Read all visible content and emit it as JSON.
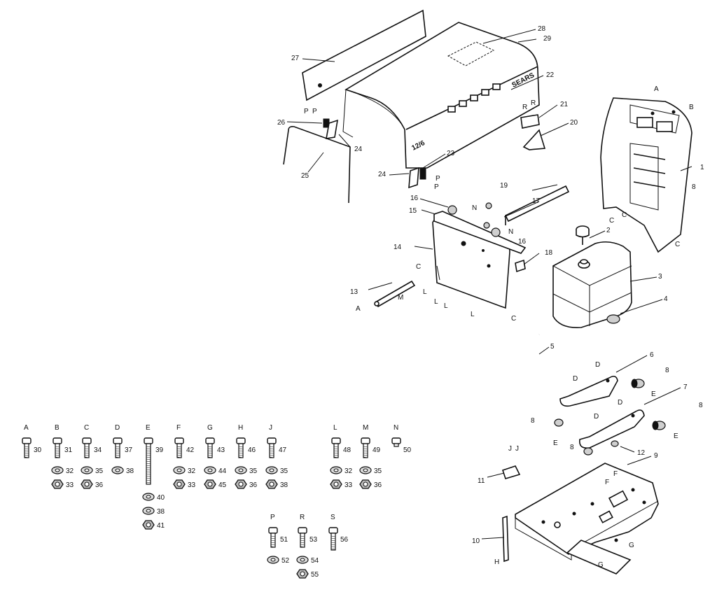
{
  "callouts": {
    "p1": "1",
    "p2": "2",
    "p3": "3",
    "p4": "4",
    "p5": "5",
    "p6": "6",
    "p7": "7",
    "p8a": "8",
    "p8b": "8",
    "p8c": "8",
    "p8d": "8",
    "p8e": "8",
    "p9": "9",
    "p10": "10",
    "p11": "11",
    "p12": "12",
    "p13": "13",
    "p14": "14",
    "p15": "15",
    "p16a": "16",
    "p16b": "16",
    "p17": "17",
    "p18": "18",
    "p19": "19",
    "p20": "20",
    "p21": "21",
    "p22": "22",
    "p23": "23",
    "p24a": "24",
    "p24b": "24",
    "p25": "25",
    "p26": "26",
    "p27": "27",
    "p28": "28",
    "p29": "29"
  },
  "hood_text": {
    "brand": "SEARS",
    "model": "12/6"
  },
  "letters": {
    "A_seat": "A",
    "B_seat": "B",
    "C_seat1": "C",
    "C_seat2": "C",
    "C_seat3": "C",
    "R1": "R",
    "R2": "R",
    "P1": "P",
    "P2": "P",
    "P3": "P",
    "P4": "P",
    "N1": "N",
    "N2": "N",
    "C_panel": "C",
    "C_panel2": "C",
    "A_bar": "A",
    "M_bar": "M",
    "L1": "L",
    "L2": "L",
    "L3": "L",
    "L4": "L",
    "D1": "D",
    "D2": "D",
    "D3": "D",
    "D4": "D",
    "E1": "E",
    "E2": "E",
    "E3": "E",
    "J1": "J",
    "J2": "J",
    "F1": "F",
    "F2": "F",
    "G1": "G",
    "G2": "G",
    "H_bar": "H"
  },
  "hardware": [
    {
      "letter": "A",
      "parts": [
        "30"
      ]
    },
    {
      "letter": "B",
      "parts": [
        "31",
        "32",
        "33"
      ]
    },
    {
      "letter": "C",
      "parts": [
        "34",
        "35",
        "36"
      ]
    },
    {
      "letter": "D",
      "parts": [
        "37",
        "38"
      ]
    },
    {
      "letter": "E",
      "parts": [
        "39",
        "40",
        "38",
        "41"
      ]
    },
    {
      "letter": "F",
      "parts": [
        "42",
        "32",
        "33"
      ]
    },
    {
      "letter": "G",
      "parts": [
        "43",
        "44",
        "45"
      ]
    },
    {
      "letter": "H",
      "parts": [
        "46",
        "35",
        "36"
      ]
    },
    {
      "letter": "J",
      "parts": [
        "47",
        "35",
        "38"
      ]
    },
    {
      "letter": "L",
      "parts": [
        "48",
        "32",
        "33"
      ]
    },
    {
      "letter": "M",
      "parts": [
        "49",
        "35",
        "36"
      ]
    },
    {
      "letter": "N",
      "parts": [
        "50"
      ]
    },
    {
      "letter": "P",
      "parts": [
        "51",
        "52"
      ]
    },
    {
      "letter": "R",
      "parts": [
        "53",
        "54",
        "55"
      ]
    },
    {
      "letter": "S",
      "parts": [
        "56"
      ]
    }
  ]
}
